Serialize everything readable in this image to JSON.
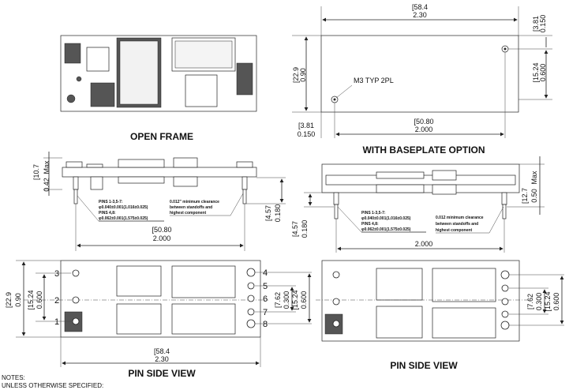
{
  "views": {
    "open_frame": {
      "title": "OPEN FRAME"
    },
    "baseplate": {
      "title": "WITH BASEPLATE OPTION",
      "width_mm": "[58.4",
      "width_in": "2.30",
      "top_offset_mm": "[3.81",
      "top_offset_in": "0.150",
      "hole_spacing_mm": "[15.24",
      "hole_spacing_in": "0.600",
      "height_mm": "[22.9",
      "height_in": "0.90",
      "mount_note": "M3 TYP 2PL",
      "left_offset_mm": "[3.81",
      "left_offset_in": "0.150",
      "hole_pitch_mm": "[50.80",
      "hole_pitch_in": "2.000"
    },
    "side_open": {
      "height_mm": "[10.7",
      "height_in": "0.42",
      "max": "Max",
      "pin_len_mm": "[4.57",
      "pin_len_in": "0.180",
      "pitch_mm": "[50.80",
      "pitch_in": "2.000",
      "pins_a": "PINS 1-3,5-7:",
      "pins_a_dim": "φ0.040±0.001(1.016±0.025)",
      "pins_b": "PINS 4,8:",
      "pins_b_dim": "φ0.062±0.001(1.575±0.025)",
      "clearance": [
        "0.012\" minimum clearance",
        "between standoffs and",
        "highest component"
      ]
    },
    "side_base": {
      "height_mm": "[12.7",
      "height_in": "0.50",
      "max": "Max",
      "pin_len_mm": "[4.57",
      "pin_len_in": "0.180",
      "pitch_in": "2.000",
      "pins_a": "PINS 1-3,5-7:",
      "pins_a_dim": "φ0.040±0.001(1.016±0.025)",
      "pins_b": "PINS 4,8:",
      "pins_b_dim": "φ0.062±0.001(1.575±0.025)",
      "clearance": [
        "0.012 minimum clearance",
        "between standoffs and",
        "highest component"
      ]
    },
    "pin_open": {
      "title": "PIN SIDE VIEW",
      "pins_left": [
        "3",
        "2",
        "1"
      ],
      "pins_right": [
        "4",
        "5",
        "6",
        "7",
        "8"
      ],
      "height_mm": "[22.9",
      "height_in": "0.90",
      "left_span_mm": "[15.24",
      "left_span_in": "0.600",
      "right_small_mm": "[7.62",
      "right_small_in": "0.300",
      "right_big_mm": "[15.24",
      "right_big_in": "0.600",
      "width_mm": "[58.4",
      "width_in": "2.30"
    },
    "pin_base": {
      "title": "PIN SIDE VIEW",
      "right_small_mm": "[7.62",
      "right_small_in": "0.300",
      "right_big_mm": "[15.24",
      "right_big_in": "0.600"
    }
  },
  "notes": {
    "title": "NOTES:",
    "line1": "UNLESS OTHERWISE SPECIFIED:"
  }
}
